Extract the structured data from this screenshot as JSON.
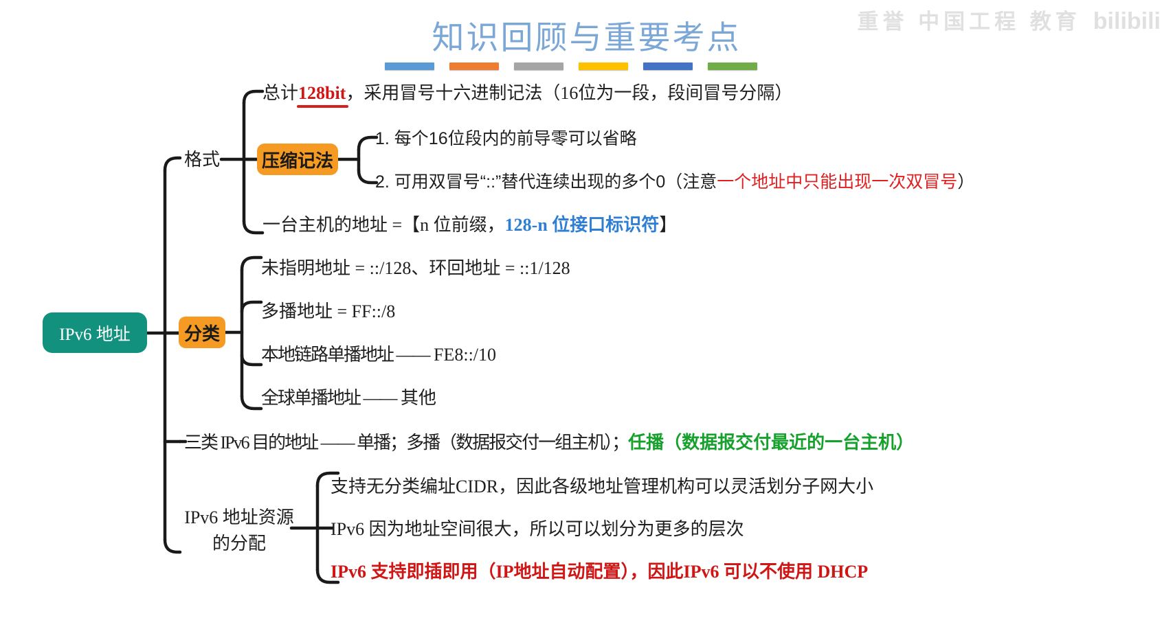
{
  "header": {
    "title": "知识回顾与重要考点",
    "bar_colors": [
      "#5b9bd5",
      "#ed7d31",
      "#a5a5a5",
      "#ffc000",
      "#4472c4",
      "#70ad47"
    ],
    "title_color": "#7ba7d7"
  },
  "watermark": {
    "text": "重誉 中国工程 教育",
    "logo": "bilibili"
  },
  "mindmap": {
    "root": {
      "label": "IPv6 地址",
      "bg": "#13917f",
      "fg": "#ffffff"
    },
    "branches": [
      {
        "id": "format",
        "label": "格式",
        "children": [
          {
            "id": "total-bits",
            "segments": [
              {
                "text": "总计",
                "style": "plain"
              },
              {
                "text": "128bit",
                "style": "red-underline"
              },
              {
                "text": "，采用冒号十六进制记法（16位为一段，段间冒号分隔）",
                "style": "plain"
              }
            ]
          },
          {
            "id": "compressed-notation",
            "label": "压缩记法",
            "tag_bg": "#f59a23",
            "children": [
              {
                "id": "rule-1",
                "segments": [
                  {
                    "text": "1. 每个16位段内的前导零可以省略",
                    "style": "plain"
                  }
                ]
              },
              {
                "id": "rule-2",
                "segments": [
                  {
                    "text": "2. 可用双冒号“::”替代连续出现的多个0（注意",
                    "style": "plain"
                  },
                  {
                    "text": "一个地址中只能出现一次双冒号",
                    "style": "red"
                  },
                  {
                    "text": "）",
                    "style": "plain"
                  }
                ]
              }
            ]
          },
          {
            "id": "host-address",
            "segments": [
              {
                "text": "一台主机的地址 =【n 位前缀，",
                "style": "plain"
              },
              {
                "text": "128-n 位接口标识符",
                "style": "blue-bold"
              },
              {
                "text": "】",
                "style": "plain"
              }
            ]
          }
        ]
      },
      {
        "id": "classification",
        "label": "分类",
        "tag_bg": "#f59a23",
        "children": [
          {
            "id": "unspecified",
            "segments": [
              {
                "text": "未指明地址 = ::/128、环回地址 = ::1/128",
                "style": "plain"
              }
            ]
          },
          {
            "id": "multicast",
            "segments": [
              {
                "text": "多播地址 = FF::/8",
                "style": "plain"
              }
            ]
          },
          {
            "id": "link-local-unicast",
            "segments": [
              {
                "text": "本地链路单播地址 ——",
                "style": "plain"
              },
              {
                "text": " FE8::/10",
                "style": "plain"
              }
            ]
          },
          {
            "id": "global-unicast",
            "segments": [
              {
                "text": "全球单播地址 ——",
                "style": "plain"
              },
              {
                "text": " 其他",
                "style": "plain"
              }
            ]
          }
        ]
      },
      {
        "id": "three-dest-types",
        "segments": [
          {
            "text": "三类 IPv6 目的地址 —— 单播；多播（数据报交付一组主机）；",
            "style": "plain"
          },
          {
            "text": "任播（数据报交付最近的一台主机）",
            "style": "green-bold"
          }
        ]
      },
      {
        "id": "address-allocation",
        "label": "IPv6 地址资源的分配",
        "children": [
          {
            "id": "cidr",
            "segments": [
              {
                "text": "支持无分类编址CIDR，因此各级地址管理机构可以灵活划分子网大小",
                "style": "plain"
              }
            ]
          },
          {
            "id": "more-layers",
            "segments": [
              {
                "text": "IPv6 因为地址空间很大，所以可以划分为更多的层次",
                "style": "plain"
              }
            ]
          },
          {
            "id": "plug-and-play",
            "segments": [
              {
                "text": "IPv6 支持即插即用（IP地址自动配置），因此IPv6 可以不使用 DHCP",
                "style": "red-bold"
              }
            ]
          }
        ]
      }
    ]
  }
}
